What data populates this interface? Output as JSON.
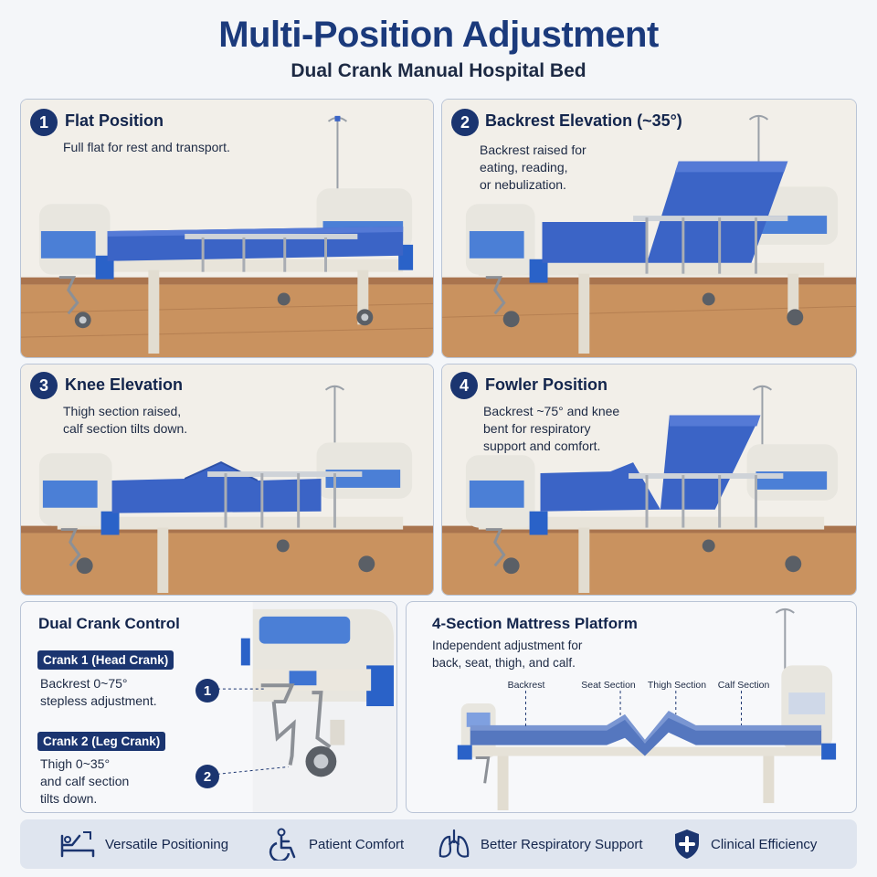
{
  "header": {
    "title": "Multi-Position Adjustment",
    "subtitle": "Dual Crank Manual Hospital Bed"
  },
  "positions": [
    {
      "number": "1",
      "title": "Flat Position",
      "description": "Full flat for rest and transport."
    },
    {
      "number": "2",
      "title": "Backrest Elevation (~35°)",
      "description_lines": [
        "Backrest raised for",
        "eating, reading,",
        "or nebulization."
      ]
    },
    {
      "number": "3",
      "title": "Knee Elevation",
      "description_lines": [
        "Thigh section raised,",
        "calf section tilts down."
      ]
    },
    {
      "number": "4",
      "title": "Fowler Position",
      "description_lines": [
        "Backrest ~75° and knee",
        "bent for respiratory",
        "support and comfort."
      ]
    }
  ],
  "crank_control": {
    "title": "Dual Crank Control",
    "crank1": {
      "tag": "Crank 1 (Head Crank)",
      "lines": [
        "Backrest 0~75°",
        "stepless adjustment."
      ],
      "marker": "1"
    },
    "crank2": {
      "tag": "Crank 2 (Leg Crank)",
      "lines": [
        "Thigh 0~35°",
        "and calf section",
        "tilts down."
      ],
      "marker": "2"
    }
  },
  "mattress": {
    "title": "4-Section Mattress Platform",
    "description_lines": [
      "Independent adjustment for",
      "back, seat, thigh, and calf."
    ],
    "sections": [
      "Backrest",
      "Seat Section",
      "Thigh Section",
      "Calf Section"
    ]
  },
  "features": [
    {
      "label": "Versatile Positioning",
      "icon": "bed-positioning-icon"
    },
    {
      "label": "Patient Comfort",
      "icon": "wheelchair-icon"
    },
    {
      "label": "Better Respiratory Support",
      "icon": "lungs-icon"
    },
    {
      "label": "Clinical Efficiency",
      "icon": "medical-shield-icon"
    }
  ],
  "colors": {
    "navy": "#1b3570",
    "mattress_blue": "#3b64c6",
    "frame": "#ece9e1",
    "floor": "#c98f5d"
  }
}
